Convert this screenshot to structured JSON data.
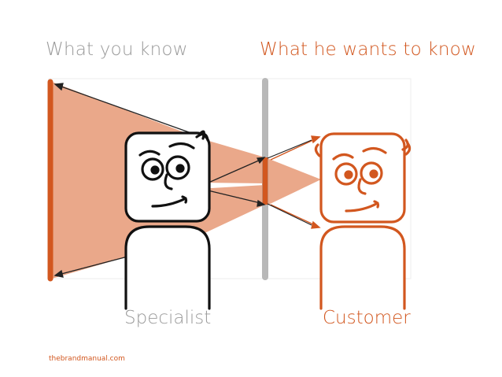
{
  "headings": {
    "left": "What you know",
    "right": "What he wants to know"
  },
  "figures": {
    "specialist": "Specialist",
    "customer": "Customer"
  },
  "footer": {
    "credit": "thebrandmanual.com"
  },
  "colors": {
    "accent": "#d2571f",
    "cone": "#eaa88a",
    "gray": "#9a9a9a",
    "divider": "#b8b8b8",
    "ink": "#111111"
  }
}
